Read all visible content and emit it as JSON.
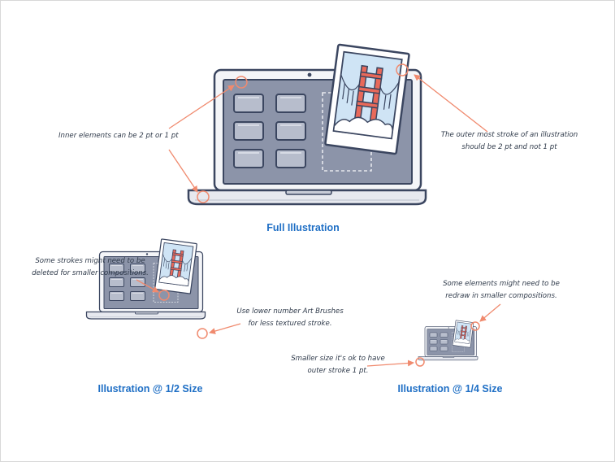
{
  "captions": {
    "full": "Full Illustration",
    "half": "Illustration @ 1/2 Size",
    "quarter": "Illustration @ 1/4 Size"
  },
  "notes": {
    "inner_elements": "Inner elements can be 2 pt or 1 pt",
    "outer_stroke_line1": "The outer most stroke of an illustration",
    "outer_stroke_line2": "should be 2 pt and not 1 pt",
    "delete_strokes_line1": "Some strokes might need to be",
    "delete_strokes_line2": "deleted for smaller compositions.",
    "art_brushes_line1": "Use lower number Art Brushes",
    "art_brushes_line2": "for less textured stroke.",
    "redraw_line1": "Some elements might need to be",
    "redraw_line2": "redraw in smaller compositions.",
    "smaller_size_line1": "Smaller size it's ok to have",
    "smaller_size_line2": "outer stroke 1 pt."
  },
  "colors": {
    "caption_blue": "#1f6fc5",
    "callout_orange": "#f08a6e",
    "outline": "#3b4660",
    "screen": "#8c94a9",
    "bridge": "#e8695a",
    "sky": "#cfe4f5"
  }
}
